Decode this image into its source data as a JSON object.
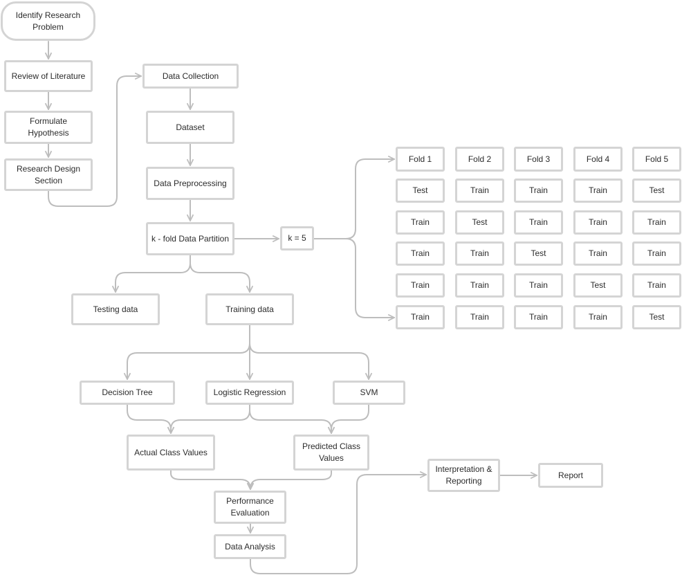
{
  "flowchart": {
    "identify_research_problem": "Identify Research Problem",
    "review_of_literature": "Review of Literature",
    "formulate_hypothesis": "Formulate Hypothesis",
    "research_design_section": "Research Design Section",
    "data_collection": "Data Collection",
    "dataset": "Dataset",
    "data_preprocessing": "Data Preprocessing",
    "kfold_data_partition": "k - fold Data Partition",
    "k_value": "k = 5",
    "testing_data": "Testing data",
    "training_data": "Training data",
    "decision_tree": "Decision Tree",
    "logistic_regression": "Logistic Regression",
    "svm": "SVM",
    "actual_class_values": "Actual Class Values",
    "predicted_class_values": "Predicted Class Values",
    "performance_evaluation": "Performance Evaluation",
    "data_analysis": "Data Analysis",
    "interpretation_reporting": "Interpretation & Reporting",
    "report": "Report"
  },
  "fold_grid": {
    "headers": [
      "Fold 1",
      "Fold 2",
      "Fold 3",
      "Fold 4",
      "Fold 5"
    ],
    "rows": [
      [
        "Test",
        "Train",
        "Train",
        "Train",
        "Test"
      ],
      [
        "Train",
        "Test",
        "Train",
        "Train",
        "Train"
      ],
      [
        "Train",
        "Train",
        "Test",
        "Train",
        "Train"
      ],
      [
        "Train",
        "Train",
        "Train",
        "Test",
        "Train"
      ],
      [
        "Train",
        "Train",
        "Train",
        "Train",
        "Test"
      ]
    ]
  },
  "colors": {
    "border": "#d4d4d4",
    "connector": "#bdbdbd",
    "text": "#2b2b2b",
    "background": "#ffffff"
  }
}
